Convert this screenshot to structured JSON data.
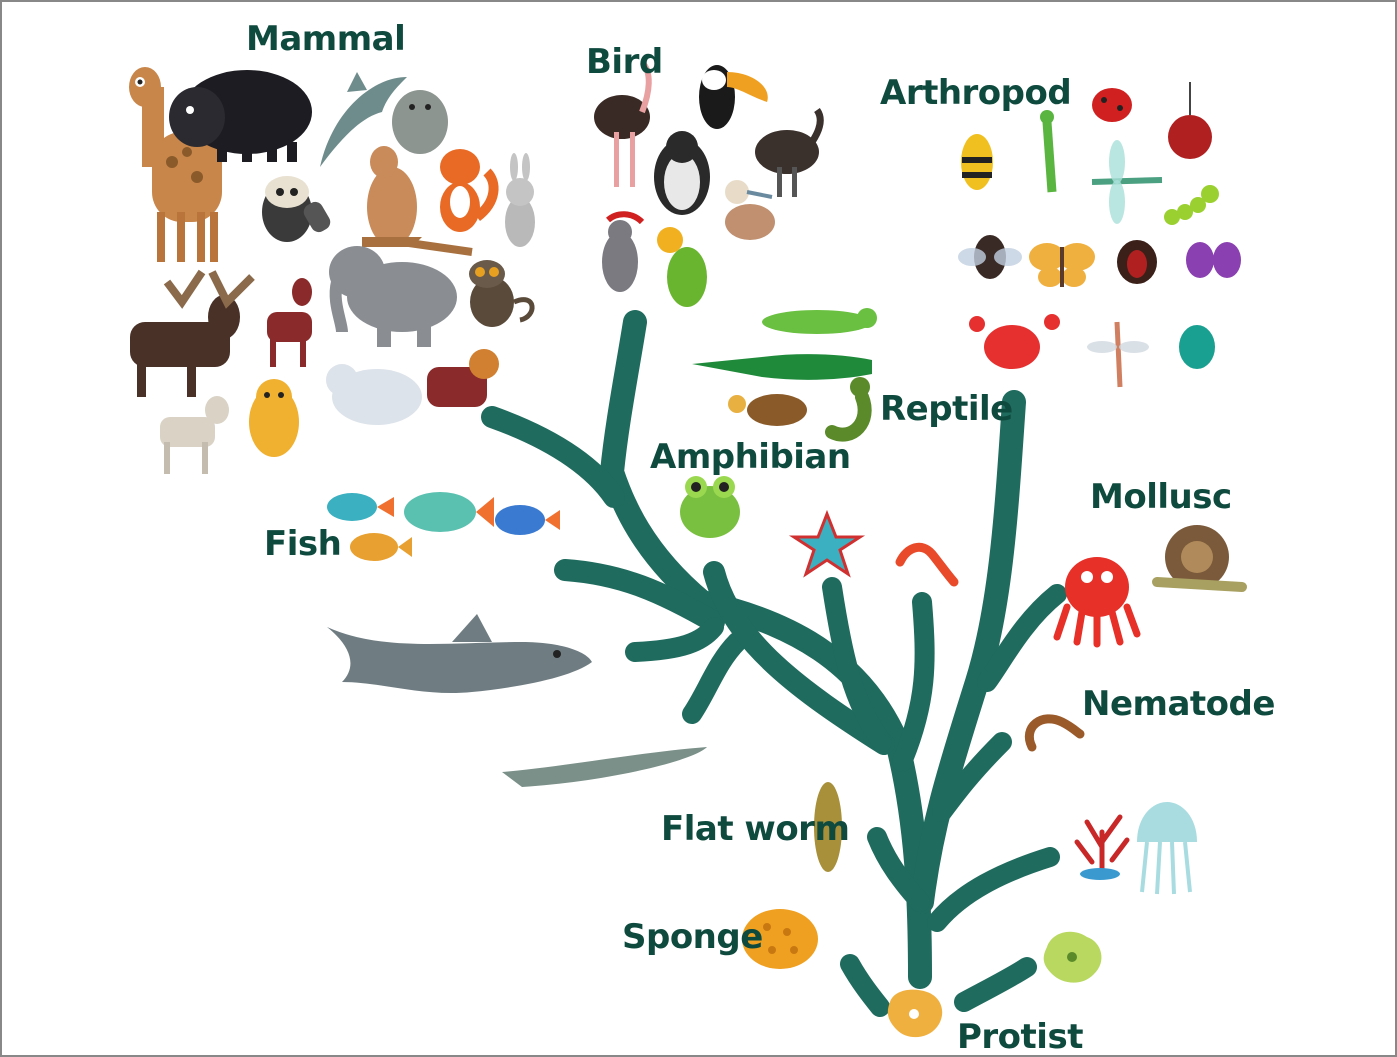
{
  "colors": {
    "branch": "#1f6b5e",
    "label": "#0f4a3e",
    "border": "#888888",
    "background": "#ffffff"
  },
  "labels": {
    "mammal": "Mammal",
    "bird": "Bird",
    "arthropod": "Arthropod",
    "reptile": "Reptile",
    "amphibian": "Amphibian",
    "fish": "Fish",
    "mollusc": "Mollusc",
    "nematode": "Nematode",
    "flat_worm": "Flat worm",
    "sponge": "Sponge",
    "protist": "Protist"
  },
  "icons": [
    "giraffe-icon",
    "bison-icon",
    "dolphin-icon",
    "seal-icon",
    "raccoon-icon",
    "kangaroo-icon",
    "fox-icon",
    "rabbit-icon",
    "moose-icon",
    "deer-icon",
    "elephant-icon",
    "monkey-icon",
    "goat-icon",
    "leopard-icon",
    "polar-bear-icon",
    "yak-icon",
    "ostrich-icon",
    "toucan-icon",
    "penguin-icon",
    "emu-icon",
    "parrot-icon",
    "lovebird-icon",
    "booby-icon",
    "ladybug-icon",
    "spider-icon",
    "bee-icon",
    "mantis-icon",
    "dragonfly-icon",
    "caterpillar-icon",
    "fly-icon",
    "butterfly-icon",
    "beetle-icon",
    "moth-icon",
    "crab-icon",
    "mosquito-icon",
    "scarab-icon",
    "iguana-icon",
    "crocodile-icon",
    "turtle-icon",
    "snake-icon",
    "frog-icon",
    "fish-icon",
    "shark-icon",
    "lamprey-icon",
    "starfish-icon",
    "earthworm-icon",
    "octopus-icon",
    "snail-icon",
    "nematode-icon",
    "coral-icon",
    "jellyfish-icon",
    "flatworm-icon",
    "sponge-icon",
    "amoeba-icon"
  ]
}
